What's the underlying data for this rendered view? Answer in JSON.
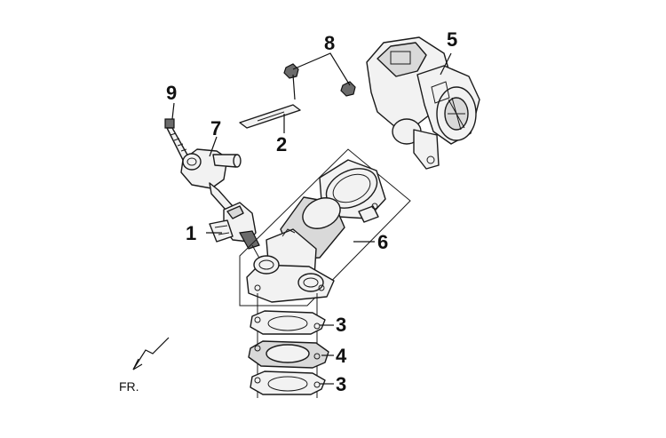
{
  "callouts": {
    "c1": "1",
    "c2": "2",
    "c3a": "3",
    "c3b": "3",
    "c4": "4",
    "c5": "5",
    "c6": "6",
    "c7": "7",
    "c8": "8",
    "c9": "9"
  },
  "direction": {
    "label": "FR."
  }
}
